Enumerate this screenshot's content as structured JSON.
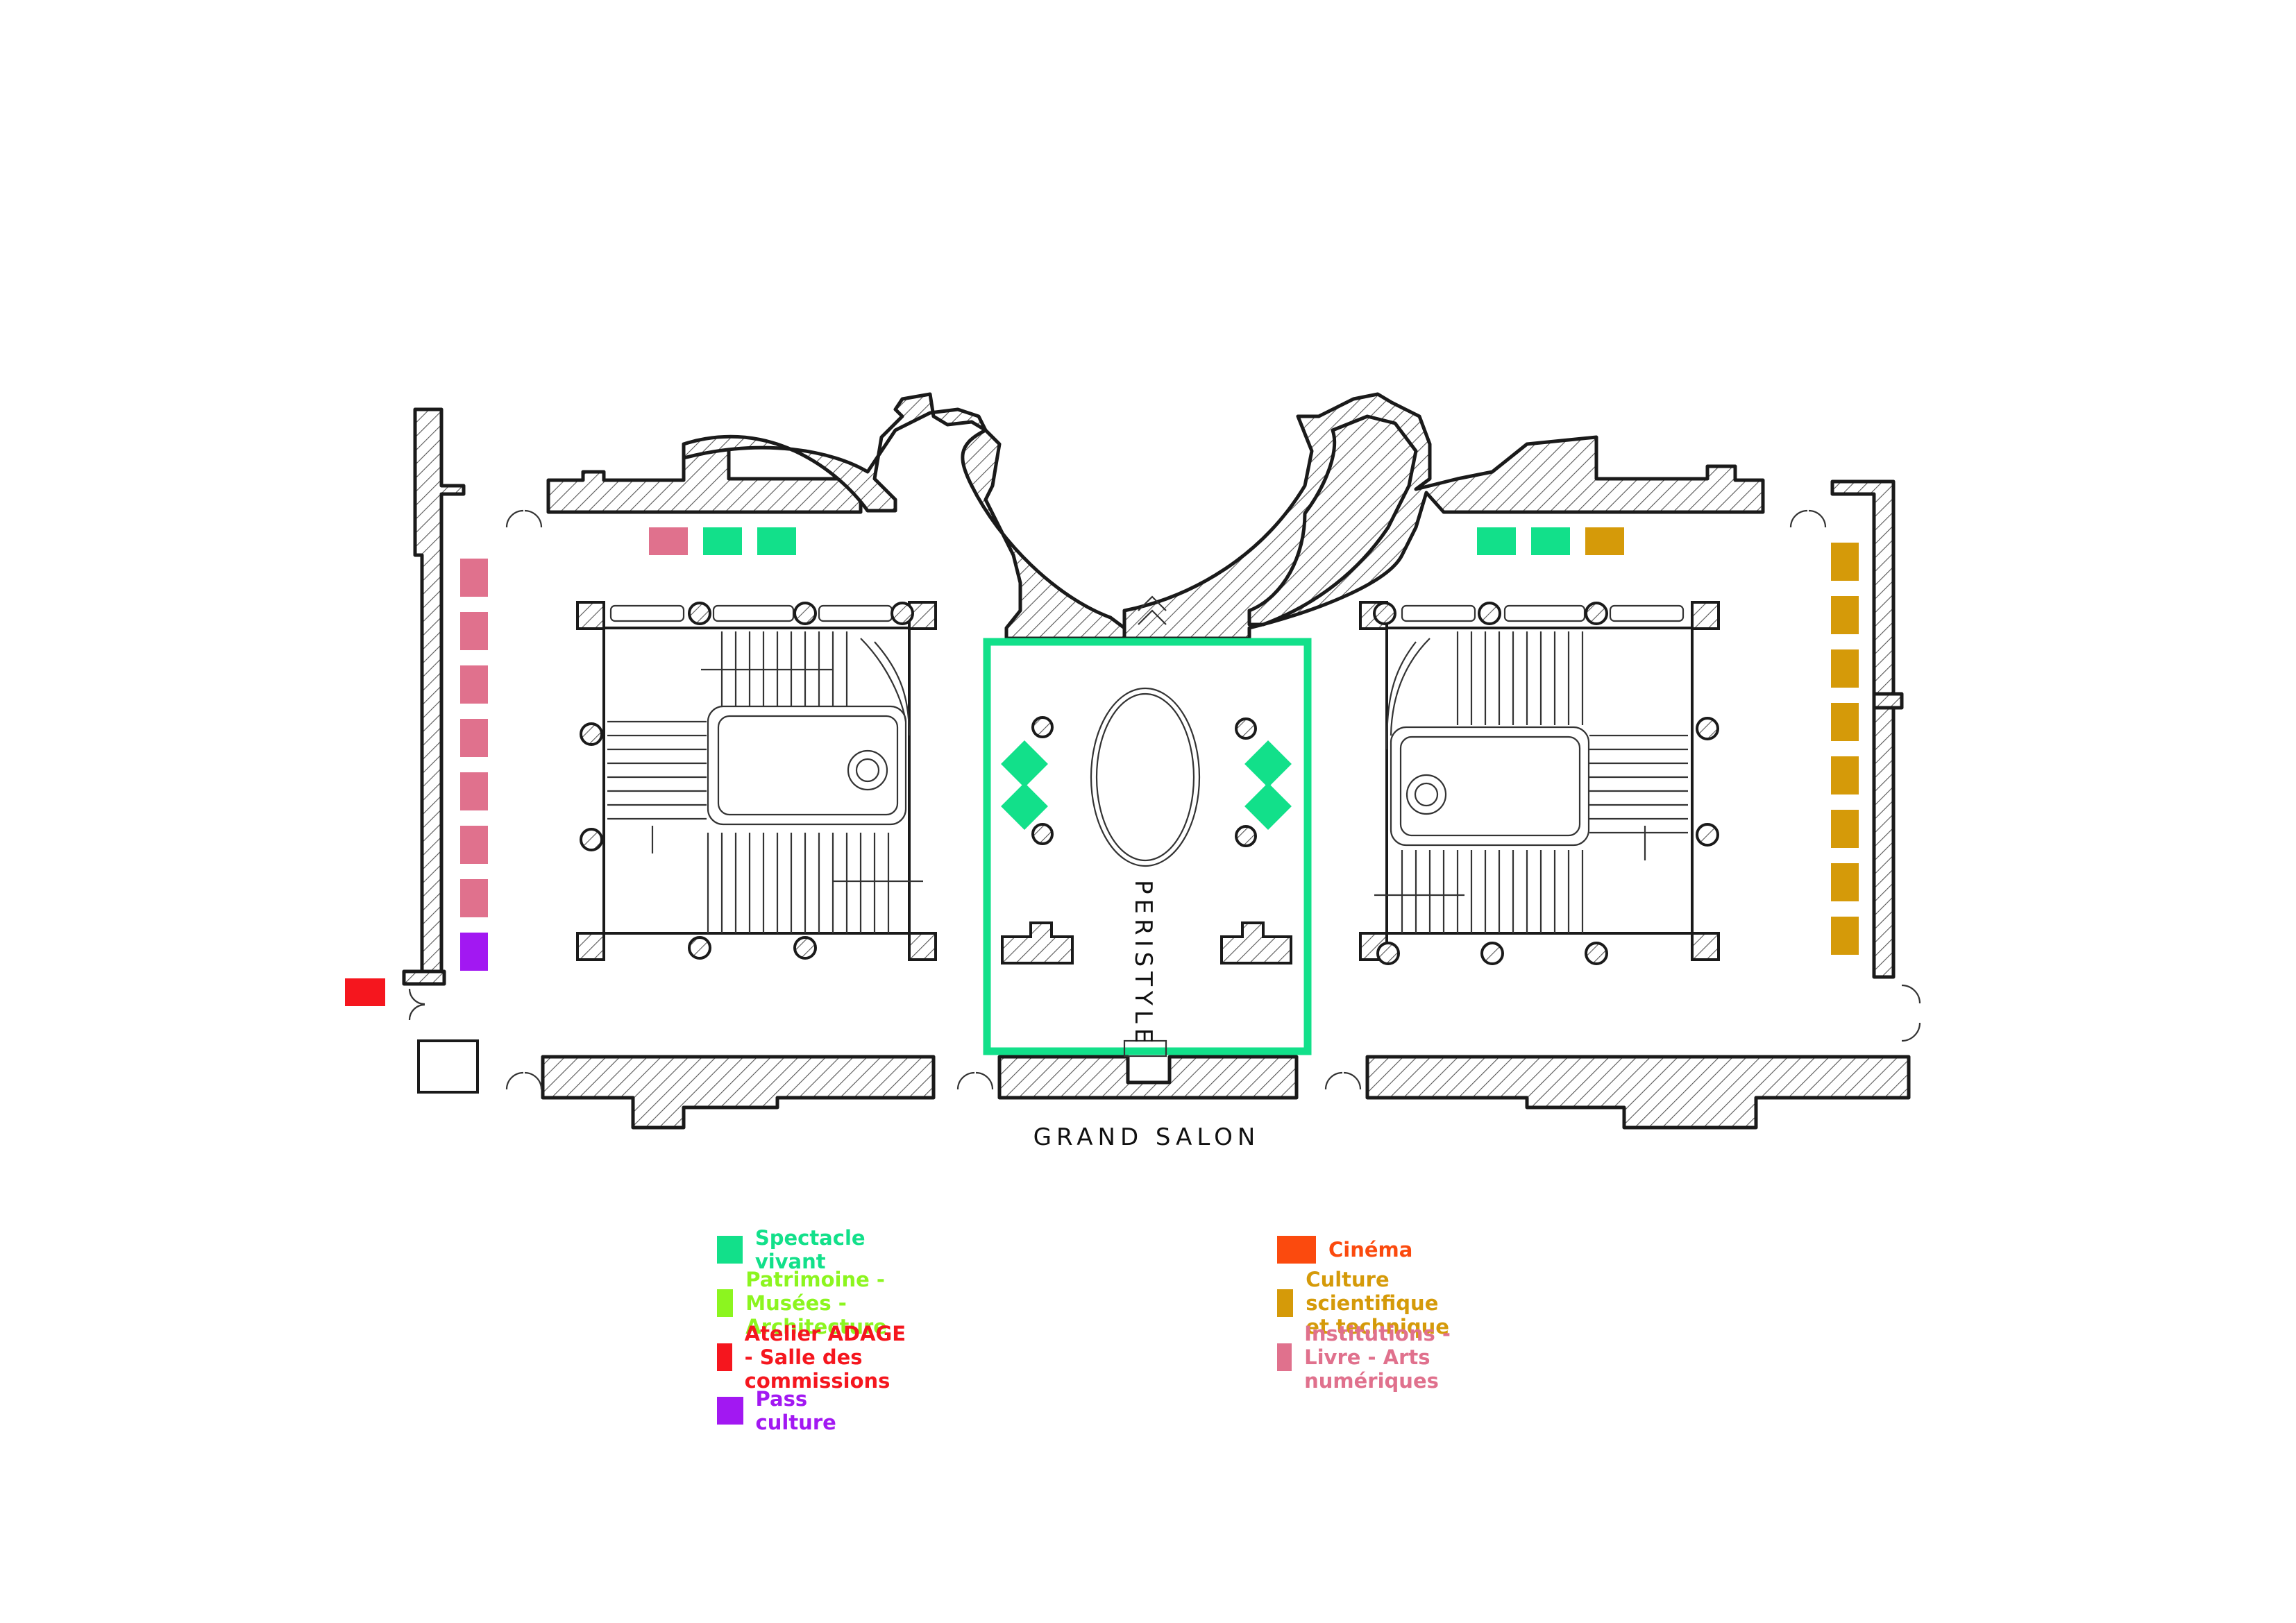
{
  "rooms": {
    "peristyle": "PERISTYLE",
    "grand_salon": "GRAND SALON"
  },
  "colors": {
    "spectacle_vivant": "#12e08a",
    "patrimoine": "#8cf51f",
    "atelier_adage": "#f5161e",
    "pass_culture": "#a218f2",
    "cinema": "#fb4a0e",
    "culture_scientifique": "#d59a09",
    "institutions": "#e0718d"
  },
  "legend": {
    "left": [
      {
        "key": "spectacle_vivant",
        "label": "Spectacle vivant",
        "color": "#12e08a"
      },
      {
        "key": "patrimoine",
        "label": "Patrimoine - Musées - Architecture",
        "color": "#8cf51f"
      },
      {
        "key": "atelier_adage",
        "label": "Atelier ADAGE - Salle des commissions",
        "color": "#f5161e"
      },
      {
        "key": "pass_culture",
        "label": "Pass culture",
        "color": "#a218f2"
      }
    ],
    "right": [
      {
        "key": "cinema",
        "label": "Cinéma",
        "color": "#fb4a0e"
      },
      {
        "key": "culture_scientifique",
        "label": "Culture scientifique et technique",
        "color": "#d59a09"
      },
      {
        "key": "institutions",
        "label": "Institutions - Livre - Arts numériques",
        "color": "#e0718d"
      }
    ]
  },
  "stands": {
    "left_column_institutions": 7,
    "left_column_pass_culture": 1,
    "left_entrance_atelier_adage": 1,
    "left_top_row": [
      "institutions",
      "spectacle_vivant",
      "spectacle_vivant"
    ],
    "right_top_row": [
      "spectacle_vivant",
      "spectacle_vivant",
      "culture_scientifique"
    ],
    "right_column_culture_scientifique": 8,
    "peristyle_spectacle_vivant": 4
  }
}
